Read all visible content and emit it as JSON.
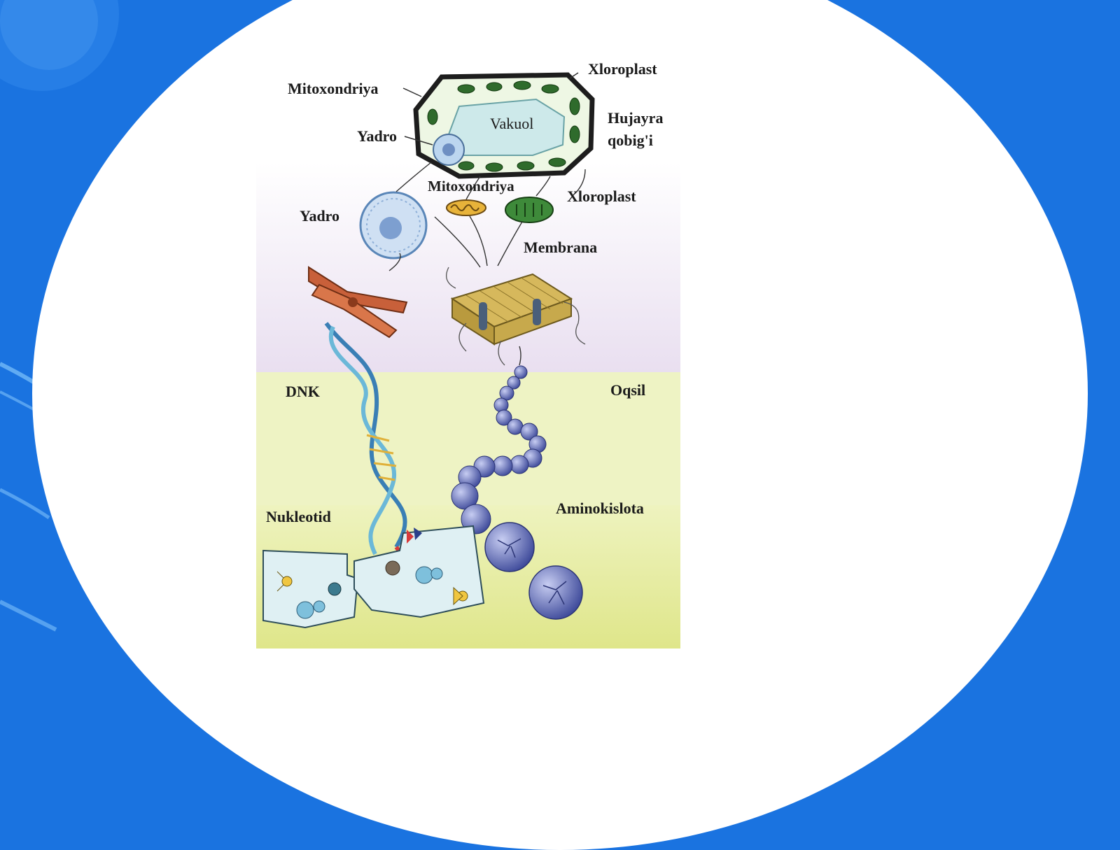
{
  "colors": {
    "background_blue": "#1a73e0",
    "slide_white": "#ffffff",
    "band_purple": "#e9dff0",
    "band_yellow": "#eef3bf",
    "band_olive": "#dfe68a",
    "cell_wall": "#1d1d1d",
    "cytoplasm": "#eef7e4",
    "vacuole": "#cde9ea",
    "chloroplast": "#2f6b2c",
    "dna_blue": "#3a7fb5",
    "protein_bead": "#5b68b4",
    "chromosome": "#c8603a"
  },
  "labels": {
    "xloroplast_top": "Xloroplast",
    "mitoxondriya_top": "Mitoxondriya",
    "vakuol": "Vakuol",
    "hujayra": "Hujayra",
    "qobigi": "qobig'i",
    "yadro_top": "Yadro",
    "mitoxondriya_mid": "Mitoxondriya",
    "xloroplast_mid": "Xloroplast",
    "yadro_mid": "Yadro",
    "membrana": "Membrana",
    "dnk": "DNK",
    "oqsil": "Oqsil",
    "nukleotid": "Nukleotid",
    "aminokislota": "Aminokislota"
  },
  "icons": [
    "plant-cell-icon",
    "nucleus-icon",
    "mitochondrion-icon",
    "chloroplast-icon",
    "membrane-icon",
    "chromosome-icon",
    "dna-helix-icon",
    "protein-chain-icon",
    "nucleotide-puzzle-icon",
    "amino-acid-sphere-icon"
  ]
}
